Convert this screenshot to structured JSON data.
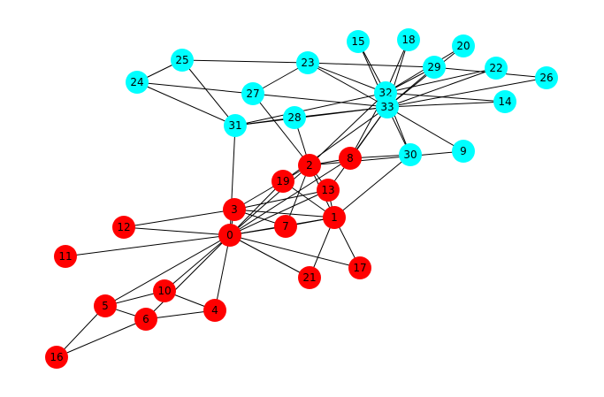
{
  "colors": {
    "group_a": "#ff0000",
    "group_b": "#00ffff",
    "edge": "#000000",
    "background": "#ffffff"
  },
  "nodes": [
    {
      "id": 0,
      "label": "0",
      "group": "group_a"
    },
    {
      "id": 1,
      "label": "1",
      "group": "group_a"
    },
    {
      "id": 2,
      "label": "2",
      "group": "group_a"
    },
    {
      "id": 3,
      "label": "3",
      "group": "group_a"
    },
    {
      "id": 4,
      "label": "4",
      "group": "group_a"
    },
    {
      "id": 5,
      "label": "5",
      "group": "group_a"
    },
    {
      "id": 6,
      "label": "6",
      "group": "group_a"
    },
    {
      "id": 7,
      "label": "7",
      "group": "group_a"
    },
    {
      "id": 8,
      "label": "8",
      "group": "group_a"
    },
    {
      "id": 9,
      "label": "9",
      "group": "group_b"
    },
    {
      "id": 10,
      "label": "10",
      "group": "group_a"
    },
    {
      "id": 11,
      "label": "11",
      "group": "group_a"
    },
    {
      "id": 12,
      "label": "12",
      "group": "group_a"
    },
    {
      "id": 13,
      "label": "13",
      "group": "group_a"
    },
    {
      "id": 14,
      "label": "14",
      "group": "group_b"
    },
    {
      "id": 15,
      "label": "15",
      "group": "group_b"
    },
    {
      "id": 16,
      "label": "16",
      "group": "group_a"
    },
    {
      "id": 17,
      "label": "17",
      "group": "group_a"
    },
    {
      "id": 18,
      "label": "18",
      "group": "group_b"
    },
    {
      "id": 19,
      "label": "19",
      "group": "group_a"
    },
    {
      "id": 20,
      "label": "20",
      "group": "group_b"
    },
    {
      "id": 21,
      "label": "21",
      "group": "group_a"
    },
    {
      "id": 22,
      "label": "22",
      "group": "group_b"
    },
    {
      "id": 23,
      "label": "23",
      "group": "group_b"
    },
    {
      "id": 24,
      "label": "24",
      "group": "group_b"
    },
    {
      "id": 25,
      "label": "25",
      "group": "group_b"
    },
    {
      "id": 26,
      "label": "26",
      "group": "group_b"
    },
    {
      "id": 27,
      "label": "27",
      "group": "group_b"
    },
    {
      "id": 28,
      "label": "28",
      "group": "group_b"
    },
    {
      "id": 29,
      "label": "29",
      "group": "group_b"
    },
    {
      "id": 30,
      "label": "30",
      "group": "group_b"
    },
    {
      "id": 31,
      "label": "31",
      "group": "group_b"
    },
    {
      "id": 32,
      "label": "32",
      "group": "group_b"
    },
    {
      "id": 33,
      "label": "33",
      "group": "group_b"
    }
  ],
  "edges": [
    [
      0,
      1
    ],
    [
      0,
      2
    ],
    [
      0,
      3
    ],
    [
      0,
      4
    ],
    [
      0,
      5
    ],
    [
      0,
      6
    ],
    [
      0,
      7
    ],
    [
      0,
      8
    ],
    [
      0,
      10
    ],
    [
      0,
      11
    ],
    [
      0,
      12
    ],
    [
      0,
      13
    ],
    [
      0,
      17
    ],
    [
      0,
      19
    ],
    [
      0,
      21
    ],
    [
      0,
      31
    ],
    [
      1,
      2
    ],
    [
      1,
      3
    ],
    [
      1,
      7
    ],
    [
      1,
      13
    ],
    [
      1,
      17
    ],
    [
      1,
      19
    ],
    [
      1,
      21
    ],
    [
      1,
      30
    ],
    [
      2,
      3
    ],
    [
      2,
      7
    ],
    [
      2,
      8
    ],
    [
      2,
      9
    ],
    [
      2,
      13
    ],
    [
      2,
      27
    ],
    [
      2,
      28
    ],
    [
      2,
      32
    ],
    [
      3,
      7
    ],
    [
      3,
      12
    ],
    [
      3,
      13
    ],
    [
      4,
      6
    ],
    [
      4,
      10
    ],
    [
      5,
      6
    ],
    [
      5,
      10
    ],
    [
      5,
      16
    ],
    [
      6,
      16
    ],
    [
      8,
      30
    ],
    [
      8,
      32
    ],
    [
      8,
      33
    ],
    [
      9,
      33
    ],
    [
      13,
      33
    ],
    [
      14,
      32
    ],
    [
      14,
      33
    ],
    [
      15,
      32
    ],
    [
      15,
      33
    ],
    [
      18,
      32
    ],
    [
      18,
      33
    ],
    [
      19,
      33
    ],
    [
      20,
      32
    ],
    [
      20,
      33
    ],
    [
      22,
      32
    ],
    [
      22,
      33
    ],
    [
      23,
      25
    ],
    [
      23,
      27
    ],
    [
      23,
      29
    ],
    [
      23,
      32
    ],
    [
      23,
      33
    ],
    [
      24,
      25
    ],
    [
      24,
      27
    ],
    [
      24,
      31
    ],
    [
      25,
      31
    ],
    [
      26,
      29
    ],
    [
      26,
      33
    ],
    [
      27,
      33
    ],
    [
      28,
      31
    ],
    [
      28,
      33
    ],
    [
      29,
      32
    ],
    [
      29,
      33
    ],
    [
      30,
      32
    ],
    [
      30,
      33
    ],
    [
      31,
      32
    ],
    [
      31,
      33
    ],
    [
      32,
      33
    ]
  ]
}
